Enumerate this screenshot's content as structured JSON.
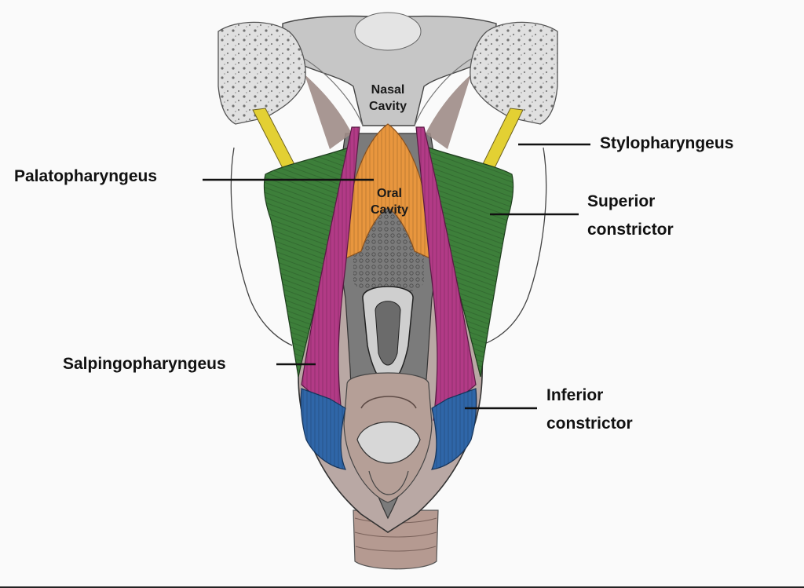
{
  "labels": {
    "nasal_cavity": [
      "Nasal",
      "Cavity"
    ],
    "oral_cavity": [
      "Oral",
      "Cavity"
    ],
    "stylopharyngeus": "Stylopharyngeus",
    "palatopharyngeus": "Palatopharyngeus",
    "superior_constrictor": [
      "Superior",
      "constrictor"
    ],
    "salpingopharyngeus": "Salpingopharyngeus",
    "inferior_constrictor": [
      "Inferior",
      "constrictor"
    ]
  },
  "colors": {
    "stylopharyngeus": "#e3d033",
    "palatopharyngeus": "#e8963e",
    "superior_constrictor": "#3d7f3a",
    "salpingopharyngeus": "#b23a86",
    "inferior_constrictor": "#2f66a8",
    "bone": "#d8d8d8",
    "tissue": "#9e8c87",
    "pharynx": "#6d6d6d"
  }
}
